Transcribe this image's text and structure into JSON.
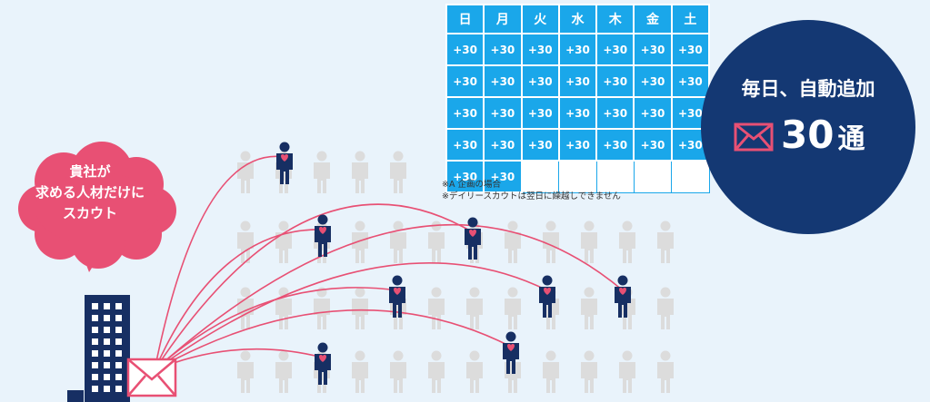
{
  "calendar": {
    "days": [
      "日",
      "月",
      "火",
      "水",
      "木",
      "金",
      "土"
    ],
    "cell_value": "+30",
    "rows": [
      [
        "+30",
        "+30",
        "+30",
        "+30",
        "+30",
        "+30",
        "+30"
      ],
      [
        "+30",
        "+30",
        "+30",
        "+30",
        "+30",
        "+30",
        "+30"
      ],
      [
        "+30",
        "+30",
        "+30",
        "+30",
        "+30",
        "+30",
        "+30"
      ],
      [
        "+30",
        "+30",
        "+30",
        "+30",
        "+30",
        "+30",
        "+30"
      ],
      [
        "+30",
        "+30",
        "",
        "",
        "",
        "",
        ""
      ]
    ]
  },
  "notes": [
    "※A 企画の場合",
    "※デイリースカウトは翌日に繰越しできません"
  ],
  "badge": {
    "headline": "毎日、自動追加",
    "count": "30",
    "unit": "通",
    "icon": "envelope-icon"
  },
  "bubble": {
    "lines": [
      "貴社が",
      "求める人材だけに",
      "スカウト"
    ]
  },
  "colors": {
    "calendar_blue": "#1aa7ea",
    "navy": "#143873",
    "figure_navy": "#172f63",
    "pink": "#e85074",
    "faded_figure": "#dcdcdc",
    "background": "#e9f3fb"
  }
}
